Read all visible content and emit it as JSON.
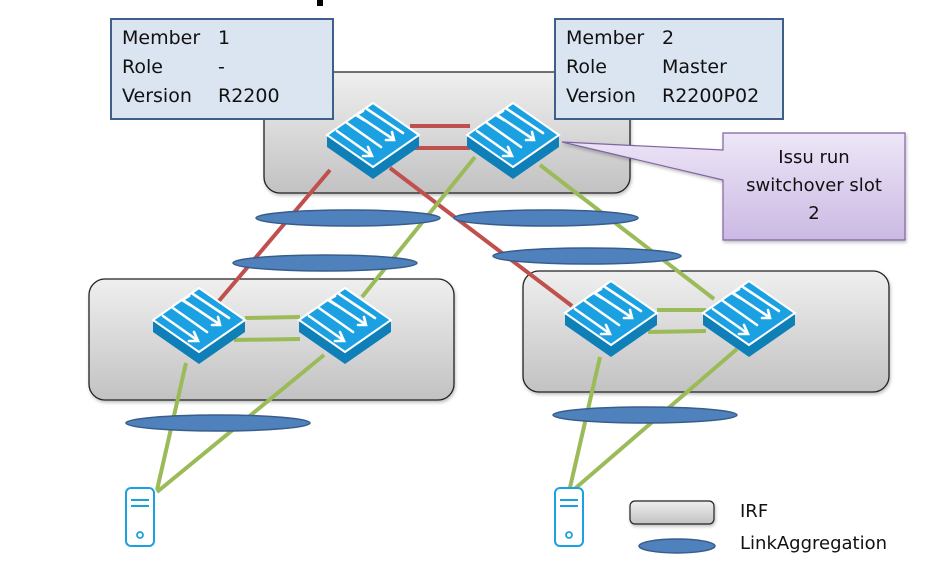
{
  "colors": {
    "irf_fill_top": "#eeeeee",
    "irf_fill_bottom": "#c4c4c4",
    "irf_border": "#222222",
    "link_aggregation_fill": "#4f81bd",
    "link_aggregation_border": "#385d8a",
    "irf_link_red": "#c0504d",
    "link_green": "#9bbb59",
    "switch_blue": "#1ba1e2",
    "server_blue": "#1ba1e2",
    "info_box_fill": "#dbe5f1",
    "info_box_border": "#3e5f8a",
    "callout_fill": "#e1d5f0",
    "callout_border": "#8064a2"
  },
  "members": [
    {
      "rows": [
        {
          "key": "Member",
          "value": "1"
        },
        {
          "key": "Role",
          "value": "-"
        },
        {
          "key": "Version",
          "value": "R2200"
        }
      ]
    },
    {
      "rows": [
        {
          "key": "Member",
          "value": "2"
        },
        {
          "key": "Role",
          "value": "Master"
        },
        {
          "key": "Version",
          "value": "R2200P02"
        }
      ]
    }
  ],
  "callout": {
    "lines": [
      "Issu run",
      "switchover slot",
      "2"
    ]
  },
  "nodes": {
    "switches": [
      {
        "id": "core-1",
        "group": "core-irf"
      },
      {
        "id": "core-2",
        "group": "core-irf"
      },
      {
        "id": "left-1",
        "group": "left-irf"
      },
      {
        "id": "left-2",
        "group": "left-irf"
      },
      {
        "id": "right-1",
        "group": "right-irf"
      },
      {
        "id": "right-2",
        "group": "right-irf"
      }
    ],
    "servers": [
      {
        "id": "server-left"
      },
      {
        "id": "server-right"
      }
    ]
  },
  "legend": {
    "items": [
      {
        "symbol": "irf-box",
        "label": "IRF"
      },
      {
        "symbol": "link-aggregation-ellipse",
        "label": "LinkAggregation"
      }
    ]
  }
}
